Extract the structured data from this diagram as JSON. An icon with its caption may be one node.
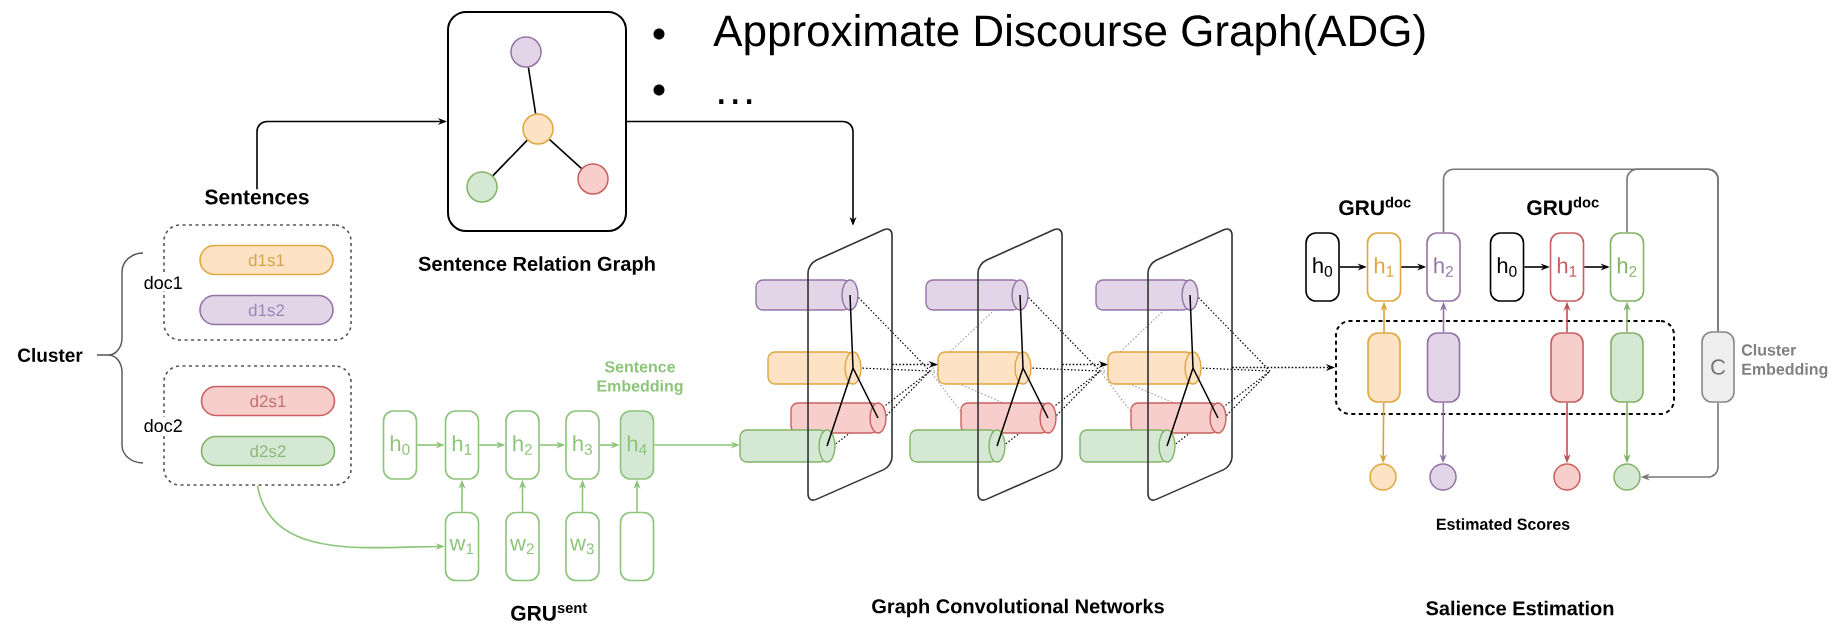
{
  "diagram": {
    "nodes": [
      {
        "text": [
          "Sentences"
        ]
      },
      {
        "text": [
          "doc1"
        ]
      },
      {
        "text": [
          "d1s1"
        ],
        "in": 1
      },
      {
        "text": [
          "d1s2"
        ],
        "in": 1
      },
      {
        "text": [
          "doc2"
        ]
      },
      {
        "text": [
          "d2s1"
        ],
        "in": 4
      },
      {
        "text": [
          "d2s2"
        ],
        "in": 4
      },
      {
        "text": [
          "Sentence Relation Graph"
        ]
      },
      {
        "text": [],
        "shape": "circle",
        "in": 7
      },
      {
        "text": [],
        "shape": "circle",
        "in": 7
      },
      {
        "text": [],
        "shape": "circle",
        "in": 7
      },
      {
        "text": [],
        "shape": "circle",
        "in": 7
      },
      {
        "text": [
          "h$_{0}$"
        ]
      },
      {
        "text": [
          "h$_{1}$"
        ]
      },
      {
        "text": [
          "h$_{2}$"
        ]
      },
      {
        "text": [
          "h$_{3}$"
        ]
      },
      {
        "text": [
          "h$_{4}$"
        ],
        "beside": [
          "Sentence Embedding"
        ]
      },
      {
        "text": [
          "w$_{1}$"
        ]
      },
      {
        "text": [
          "w$_{2}$"
        ]
      },
      {
        "text": [
          "w$_{3}$"
        ]
      },
      {
        "text": [],
        "shape": "box"
      },
      {
        "text": [],
        "shape": "picture"
      },
      {
        "text": [],
        "shape": "picture"
      },
      {
        "text": [],
        "shape": "picture"
      },
      {
        "text": [
          "h$_{0}$"
        ]
      },
      {
        "text": [
          "h$_{1}$"
        ]
      },
      {
        "text": [
          "h$_{2}$"
        ]
      },
      {
        "text": [
          "h$_{0}$"
        ]
      },
      {
        "text": [
          "h$_{1}$"
        ]
      },
      {
        "text": [
          "h$_{2}$"
        ]
      },
      {
        "text": [],
        "shape": "box"
      },
      {
        "text": [],
        "shape": "box",
        "in": 30
      },
      {
        "text": [],
        "shape": "box",
        "in": 30
      },
      {
        "text": [],
        "shape": "box",
        "in": 30
      },
      {
        "text": [],
        "shape": "box",
        "in": 30
      },
      {
        "text": [
          "C"
        ],
        "beside": [
          "Cluster Embedding"
        ]
      },
      {
        "text": [],
        "shape": "circle"
      },
      {
        "text": [],
        "shape": "circle"
      },
      {
        "text": [],
        "shape": "circle"
      },
      {
        "text": [],
        "shape": "circle"
      }
    ],
    "edges": [
      {
        "from": 0,
        "to": 7,
        "arrow": "to"
      },
      {
        "from": 7,
        "to": 21,
        "arrow": "to"
      },
      {
        "from": 4,
        "to": 17,
        "arrow": "to",
        "color": "#8cc47a"
      },
      {
        "from": 12,
        "to": 13,
        "arrow": "to",
        "color": "#8cc47a"
      },
      {
        "from": 13,
        "to": 14,
        "arrow": "to",
        "color": "#8cc47a"
      },
      {
        "from": 14,
        "to": 15,
        "arrow": "to",
        "color": "#8cc47a"
      },
      {
        "from": 15,
        "to": 16,
        "arrow": "to",
        "color": "#8cc47a"
      },
      {
        "from": 17,
        "to": 13,
        "arrow": "to",
        "color": "#8cc47a"
      },
      {
        "from": 18,
        "to": 14,
        "arrow": "to",
        "color": "#8cc47a"
      },
      {
        "from": 19,
        "to": 15,
        "arrow": "to",
        "color": "#8cc47a"
      },
      {
        "from": 20,
        "to": 16,
        "arrow": "to",
        "color": "#8cc47a"
      },
      {
        "from": 16,
        "to": 21,
        "arrow": "to",
        "color": "#8cc47a"
      },
      {
        "from": 8,
        "to": 9,
        "arrow": "none"
      },
      {
        "from": 9,
        "to": 10,
        "arrow": "none"
      },
      {
        "from": 9,
        "to": 11,
        "arrow": "none"
      },
      {
        "from": 21,
        "to": 22,
        "arrow": "to",
        "style": "dashed"
      },
      {
        "from": 22,
        "to": 23,
        "arrow": "to",
        "style": "dashed"
      },
      {
        "from": 23,
        "to": 30,
        "arrow": "to",
        "style": "dashed"
      },
      {
        "from": 24,
        "to": 25,
        "arrow": "to"
      },
      {
        "from": 25,
        "to": 26,
        "arrow": "to"
      },
      {
        "from": 27,
        "to": 28,
        "arrow": "to"
      },
      {
        "from": 28,
        "to": 29,
        "arrow": "to"
      },
      {
        "from": 31,
        "to": 25,
        "arrow": "to",
        "color": "#d9a23a"
      },
      {
        "from": 32,
        "to": 26,
        "arrow": "to",
        "color": "#9673a6"
      },
      {
        "from": 33,
        "to": 28,
        "arrow": "to",
        "color": "#c05050"
      },
      {
        "from": 34,
        "to": 29,
        "arrow": "to",
        "color": "#82b366"
      },
      {
        "from": 31,
        "to": 36,
        "arrow": "to",
        "color": "#d9a23a"
      },
      {
        "from": 32,
        "to": 37,
        "arrow": "to",
        "color": "#9673a6"
      },
      {
        "from": 33,
        "to": 38,
        "arrow": "to",
        "color": "#c05050"
      },
      {
        "from": 34,
        "to": 39,
        "arrow": "to",
        "color": "#82b366"
      },
      {
        "from": 26,
        "to": 35,
        "arrow": "none",
        "color": "#777777"
      },
      {
        "from": 29,
        "to": 35,
        "arrow": "none",
        "color": "#777777"
      },
      {
        "from": 35,
        "to": 39,
        "arrow": "to",
        "color": "#777777"
      }
    ],
    "labels": [
      "Approximate Discourse Graph(ADG)",
      "…",
      "GRU$^{doc}$",
      "GRU$^{doc}$",
      "Cluster",
      "Estimated Scores",
      "GRU$^{sent}$",
      "Graph Convolutional Networks",
      "Salience Estimation"
    ]
  }
}
